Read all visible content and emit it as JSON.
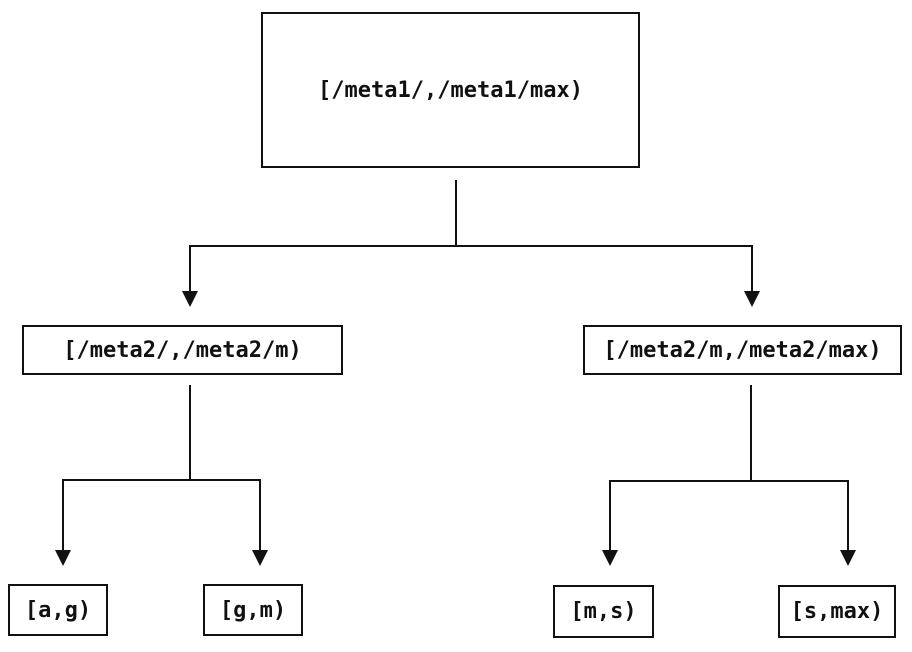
{
  "diagram": {
    "type": "tree",
    "colors": {
      "background": "#ffffff",
      "line": "#111111",
      "text": "#111111",
      "node_fill": "#ffffff"
    },
    "nodes": {
      "root": {
        "label": "[/meta1/,/meta1/max)"
      },
      "left": {
        "label": "[/meta2/,/meta2/m)"
      },
      "right": {
        "label": "[/meta2/m,/meta2/max)"
      },
      "leaf_ag": {
        "label": "[a,g)"
      },
      "leaf_gm": {
        "label": "[g,m)"
      },
      "leaf_ms": {
        "label": "[m,s)"
      },
      "leaf_smax": {
        "label": "[s,max)"
      }
    },
    "edges": [
      {
        "from": "root",
        "to": "left"
      },
      {
        "from": "root",
        "to": "right"
      },
      {
        "from": "left",
        "to": "leaf_ag"
      },
      {
        "from": "left",
        "to": "leaf_gm"
      },
      {
        "from": "right",
        "to": "leaf_ms"
      },
      {
        "from": "right",
        "to": "leaf_smax"
      }
    ]
  }
}
